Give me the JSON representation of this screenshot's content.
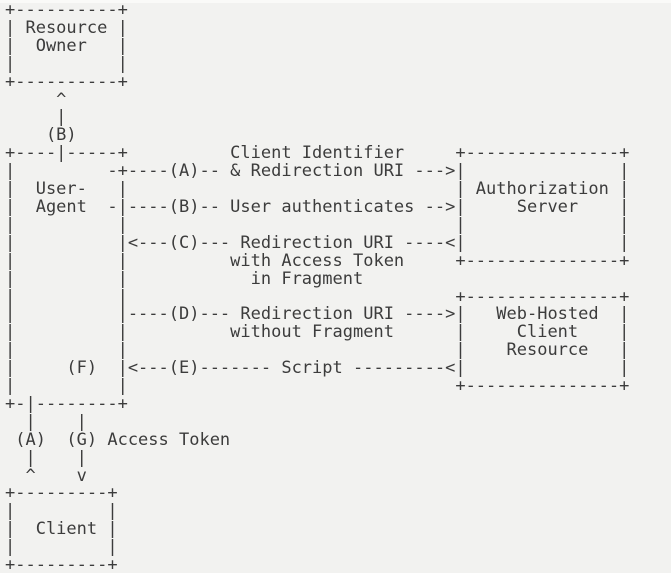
{
  "diagram": {
    "type": "ascii-flow-diagram",
    "description_visible_text_only": true,
    "colors": {
      "background": "#f2f2f0",
      "text": "#3c3c3c",
      "top_edge": "#fafaf8"
    },
    "nodes": [
      "Resource Owner",
      "User-Agent",
      "Authorization Server",
      "Web-Hosted Client Resource",
      "Client"
    ],
    "steps": [
      {
        "id": "(A)",
        "label": "Client Identifier & Redirection URI"
      },
      {
        "id": "(B)",
        "label": "User authenticates"
      },
      {
        "id": "(C)",
        "label": "Redirection URI with Access Token in Fragment"
      },
      {
        "id": "(D)",
        "label": "Redirection URI without Fragment"
      },
      {
        "id": "(E)",
        "label": "Script"
      },
      {
        "id": "(F)",
        "label": ""
      },
      {
        "id": "(G)",
        "label": "Access Token"
      }
    ],
    "ascii_lines": [
      "+----------+",
      "| Resource |",
      "|  Owner   |",
      "|          |",
      "+----------+",
      "     ^",
      "     |",
      "    (B)",
      "+----|-----+          Client Identifier     +---------------+",
      "|         -+----(A)-- & Redirection URI --->|               |",
      "|  User-   |                                | Authorization |",
      "|  Agent  -|----(B)-- User authenticates -->|     Server    |",
      "|          |                                |               |",
      "|          |<---(C)--- Redirection URI ----<|               |",
      "|          |          with Access Token     +---------------+",
      "|          |            in Fragment",
      "|          |                                +---------------+",
      "|          |----(D)--- Redirection URI ---->|   Web-Hosted  |",
      "|          |          without Fragment      |     Client    |",
      "|          |                                |    Resource   |",
      "|     (F)  |<---(E)------- Script ---------<|               |",
      "|          |                                +---------------+",
      "+-|--------+",
      "  |    |",
      " (A)  (G) Access Token",
      "  |    |",
      "  ^    v",
      "+---------+",
      "|         |",
      "|  Client |",
      "|         |",
      "+---------+"
    ]
  }
}
